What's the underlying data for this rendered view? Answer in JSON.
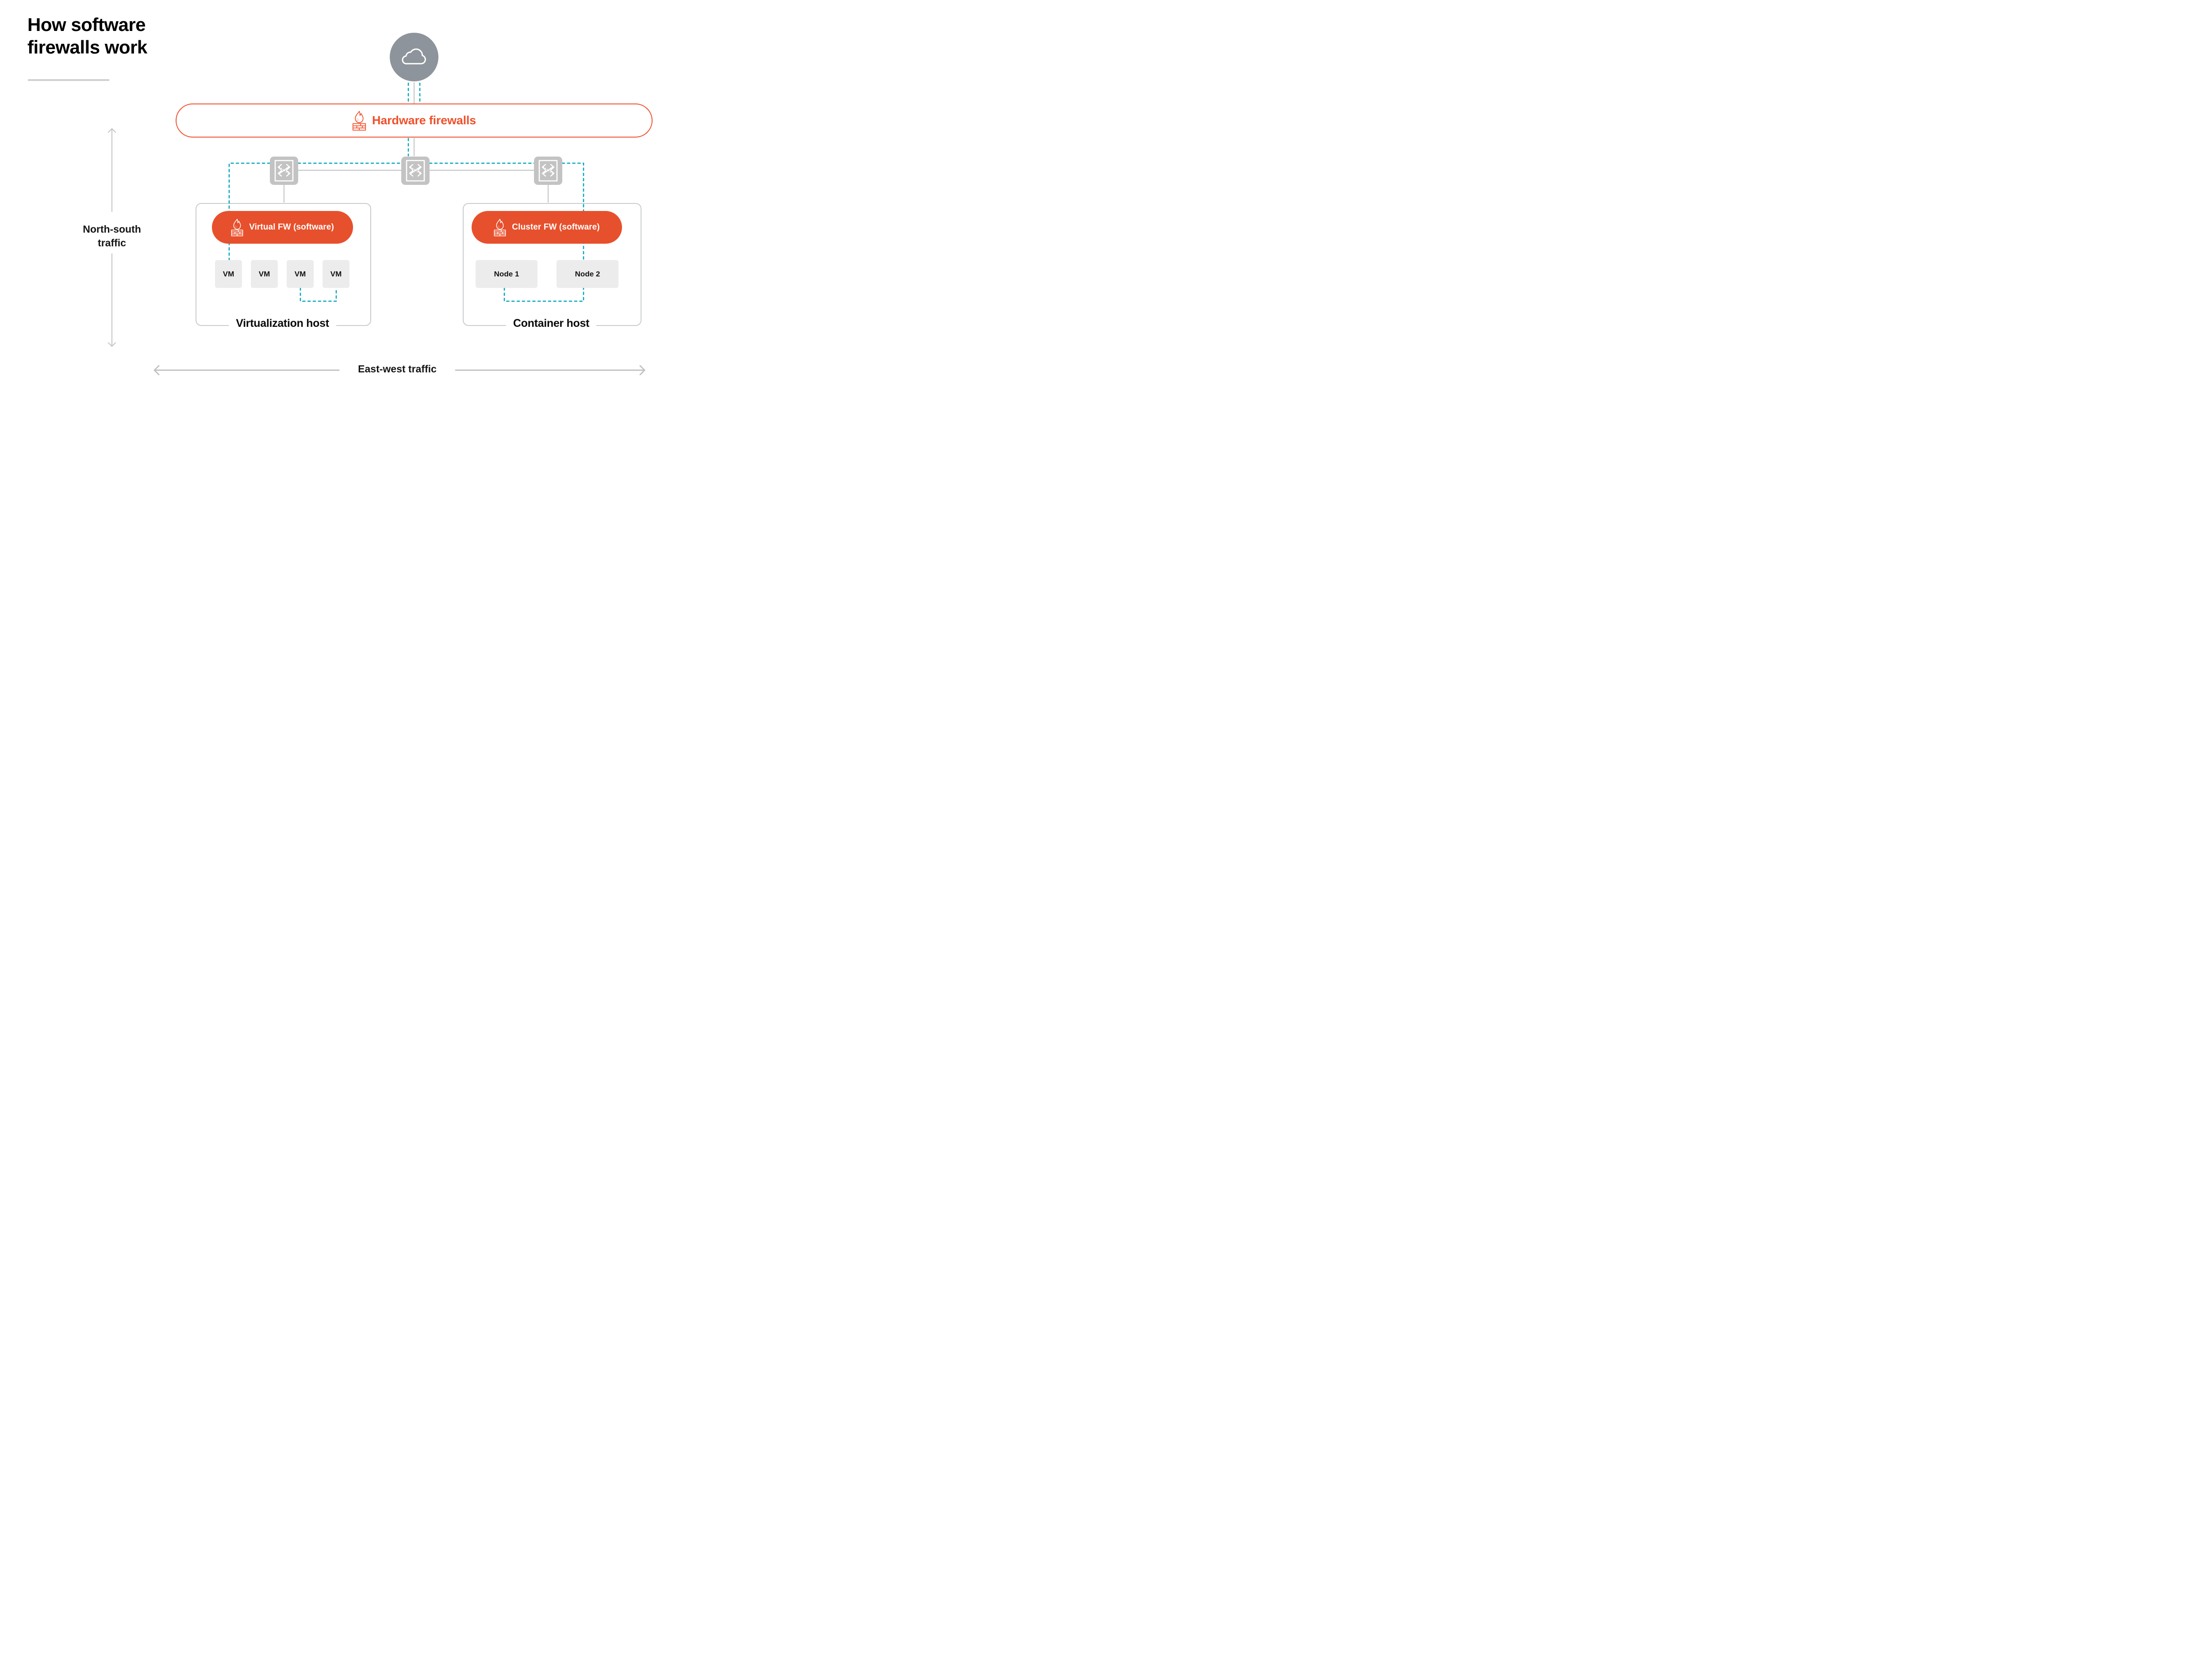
{
  "title": {
    "line1": "How software",
    "line2": "firewalls work"
  },
  "hardware_firewall": {
    "label": "Hardware firewalls",
    "icon": "firewall-flame-brick-icon"
  },
  "cloud": {
    "icon": "cloud-icon"
  },
  "switches": {
    "icon": "crossed-arrows-switch-icon"
  },
  "virtualization_host": {
    "label": "Virtualization host",
    "firewall": {
      "label": "Virtual FW (software)",
      "icon": "firewall-flame-brick-icon"
    },
    "vms": [
      {
        "label": "VM"
      },
      {
        "label": "VM"
      },
      {
        "label": "VM"
      },
      {
        "label": "VM"
      }
    ]
  },
  "container_host": {
    "label": "Container host",
    "firewall": {
      "label": "Cluster FW (software)",
      "icon": "firewall-flame-brick-icon"
    },
    "nodes": [
      {
        "label": "Node 1"
      },
      {
        "label": "Node 2"
      }
    ]
  },
  "axes": {
    "north_south": {
      "line1": "North-south",
      "line2": "traffic",
      "icon": "vertical-double-arrow-icon"
    },
    "east_west": {
      "label": "East-west traffic",
      "icon": "horizontal-double-arrow-icon"
    }
  },
  "colors": {
    "orange_fill": "#E7502C",
    "orange_accent": "#F0502B",
    "teal_dashed_line": "#00A6BB",
    "cloud_gray": "#8D949B",
    "switch_gray": "#C3C3C3",
    "solid_line_gray": "#C5C5C5",
    "arrow_gray": "#C2C2C2",
    "unit_box_gray": "#ECECED",
    "host_border_gray": "#C9CBCC",
    "text_black": "#111111"
  }
}
